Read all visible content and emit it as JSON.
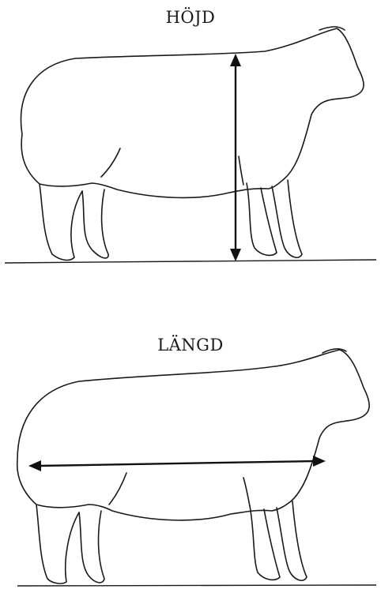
{
  "figure": {
    "panels": [
      {
        "title": "HÖJD",
        "measure": "height"
      },
      {
        "title": "LÄNGD",
        "measure": "length"
      }
    ]
  }
}
